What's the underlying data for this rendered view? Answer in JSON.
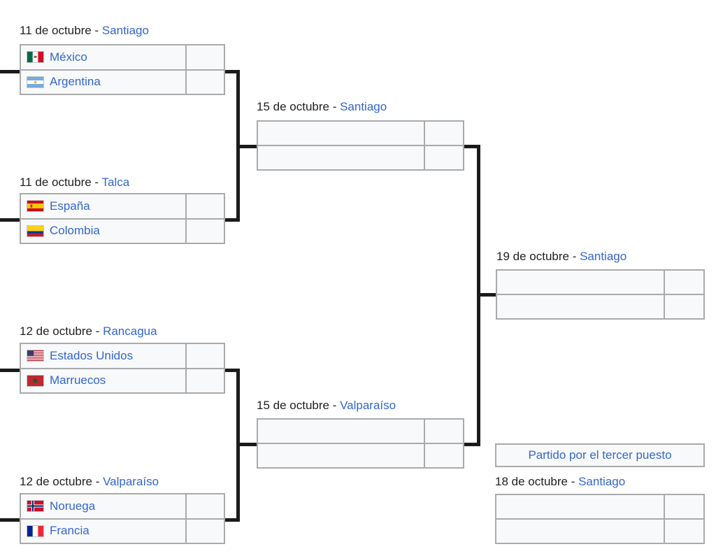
{
  "colors": {
    "link_blue": "#3366cc",
    "text_black": "#202122",
    "cell_background": "#f8f9fa",
    "cell_border": "#aaaaaa",
    "bracket_line": "#1b1b1b"
  },
  "quarterfinals": [
    {
      "date": "11 de octubre - ",
      "city": "Santiago",
      "team1": {
        "name": "México",
        "flag_icon": "mexico-flag-icon",
        "score": ""
      },
      "team2": {
        "name": "Argentina",
        "flag_icon": "argentina-flag-icon",
        "score": ""
      }
    },
    {
      "date": "11 de octubre - ",
      "city": "Talca",
      "team1": {
        "name": "España",
        "flag_icon": "spain-flag-icon",
        "score": ""
      },
      "team2": {
        "name": "Colombia",
        "flag_icon": "colombia-flag-icon",
        "score": ""
      }
    },
    {
      "date": "12 de octubre - ",
      "city": "Rancagua",
      "team1": {
        "name": "Estados Unidos",
        "flag_icon": "usa-flag-icon",
        "score": ""
      },
      "team2": {
        "name": "Marruecos",
        "flag_icon": "morocco-flag-icon",
        "score": ""
      }
    },
    {
      "date": "12 de octubre - ",
      "city": "Valparaíso",
      "team1": {
        "name": "Noruega",
        "flag_icon": "norway-flag-icon",
        "score": ""
      },
      "team2": {
        "name": "Francia",
        "flag_icon": "france-flag-icon",
        "score": ""
      }
    }
  ],
  "semifinals": [
    {
      "date": "15 de octubre - ",
      "city": "Santiago",
      "team1": {
        "name": "",
        "score": ""
      },
      "team2": {
        "name": "",
        "score": ""
      }
    },
    {
      "date": "15 de octubre - ",
      "city": "Valparaíso",
      "team1": {
        "name": "",
        "score": ""
      },
      "team2": {
        "name": "",
        "score": ""
      }
    }
  ],
  "final": {
    "date": "19 de octubre - ",
    "city": "Santiago",
    "team1": {
      "name": "",
      "score": ""
    },
    "team2": {
      "name": "",
      "score": ""
    }
  },
  "third_place": {
    "button_label": "Partido por el tercer puesto",
    "date": "18 de octubre - ",
    "city": "Santiago",
    "team1": {
      "name": "",
      "score": ""
    },
    "team2": {
      "name": "",
      "score": ""
    }
  }
}
